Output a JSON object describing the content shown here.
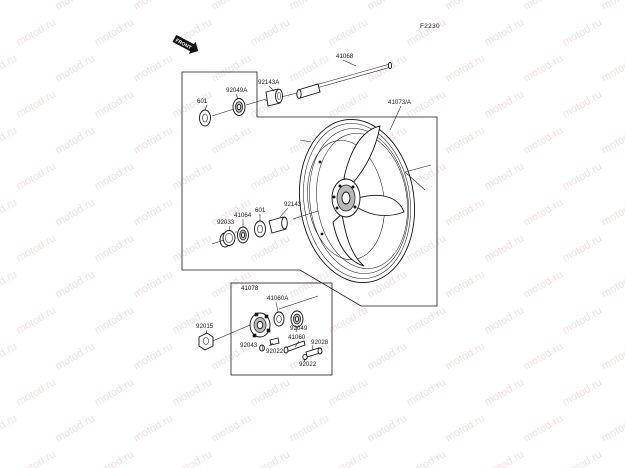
{
  "figure_code": "F2230",
  "front_indicator": "FRONT",
  "watermark": "motod.ru",
  "parts": {
    "axle": "41068",
    "wheel": "41073/A",
    "seal_upper": "601",
    "bearing_upper": "92049A",
    "spacer_upper": "92143A",
    "collar": "92143",
    "seal_mid": "601",
    "bearing_mid": "41064",
    "circlip": "92033",
    "hub_assembly": "41078",
    "hub_cover": "41060A",
    "nut": "92015",
    "bearing_lower": "92049",
    "hub_bolt": "41060",
    "pin": "92043",
    "washer_a": "92022",
    "washer_b": "92022",
    "bolt": "92028"
  }
}
